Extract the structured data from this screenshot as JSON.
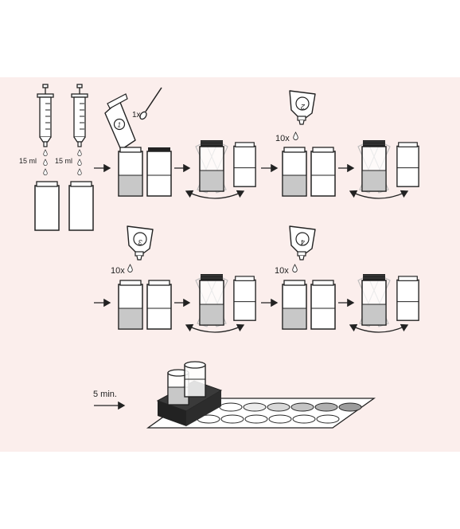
{
  "volume_label": "15 ml",
  "spoon_count": "1x",
  "drops_label": "10x",
  "step_numbers": [
    "1",
    "2",
    "3",
    "4"
  ],
  "time_label": "5 min.",
  "colors": {
    "background": "#fbeeec",
    "ink": "#222222",
    "liquid": "#c8c8c8",
    "cap": "#222222",
    "ghost": "#bbbbbb"
  },
  "color_scale": [
    "#ffffff",
    "#ececec",
    "#d8d8d8",
    "#c4c4c4",
    "#b0b0b0",
    "#9c9c9c"
  ]
}
